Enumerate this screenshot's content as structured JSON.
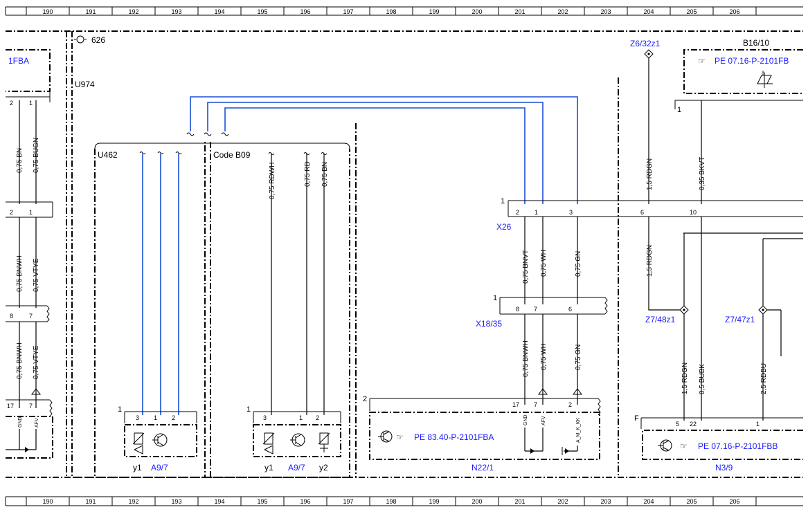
{
  "grid": [
    "190",
    "191",
    "192",
    "193",
    "194",
    "195",
    "196",
    "197",
    "198",
    "199",
    "200",
    "201",
    "202",
    "203",
    "204",
    "205",
    "206"
  ],
  "labels": {
    "fba_left": "1FBA",
    "u974": "U974",
    "ground_ref": "626",
    "u462": "U462",
    "code_b09": "Code B09",
    "z6": "Z6/32z1",
    "b16": "B16/10",
    "pe_b16": "PE 07.16-P-2101FB",
    "x26": "X26",
    "x18": "X18/35",
    "z7_48": "Z7/48z1",
    "z7_47": "Z7/47z1",
    "pe_n22": "PE 83.40-P-2101FBA",
    "n22": "N22/1",
    "pe_n3": "PE 07.16-P-2101FBB",
    "n3": "N3/9",
    "f_label": "F",
    "y1_a": "y1",
    "a97_a": "A9/7",
    "y1_b": "y1",
    "a97_b": "A9/7",
    "y2_b": "y2"
  },
  "wires": {
    "w1": "0,75 BN",
    "w2": "0,75 BUGN",
    "w3": "0,75 BNWH",
    "w4": "0,75 VTYE",
    "w5": "0,75 BNWH",
    "w6": "0,75 VTYE",
    "w7": "0,75 RDWH",
    "w8": "0,75 RD",
    "w9": "0,75 BN",
    "w10": "1,5 RDGN",
    "w11": "0,35 BKVT",
    "w12": "0,75 BNVT",
    "w13": "0,75 WH",
    "w14": "0,75 GN",
    "w15": "1,5 RDGN",
    "w16": "0,75 BNWH",
    "w17": "0,75 WH",
    "w18": "0,75 GN",
    "w19": "1,5 RDGN",
    "w20": "0,5 BUBK",
    "w21": "2,5 RDBU"
  },
  "pins": {
    "p_l_2": "2",
    "p_l_1": "1",
    "p_l2_2": "2",
    "p_l2_1": "1",
    "p_l3_8": "8",
    "p_l3_7": "7",
    "p_l4_17": "17",
    "p_l4_7": "7",
    "p_gnd": "GND",
    "p_afv": "AFV",
    "p_u_1": "1",
    "p_u_3": "3",
    "p_u_1b": "1",
    "p_u_2": "2",
    "p_c_1": "1",
    "p_c_3": "3",
    "p_c_1b": "1",
    "p_c_2": "2",
    "x26_1": "1",
    "x26_2": "2",
    "x26_1b": "1",
    "x26_3": "3",
    "x26_6": "6",
    "x26_10": "10",
    "x18_1": "1",
    "x18_8": "8",
    "x18_7": "7",
    "x18_6": "6",
    "n22_2": "2",
    "n22_17": "17",
    "n22_7": "7",
    "n22_2b": "2",
    "n22_gnd": "GND",
    "n22_afv": "AFV",
    "n22_amkk": "A_M_K_KK",
    "b16_1": "1",
    "n3_5": "5",
    "n3_22": "22",
    "n3_1": "1"
  }
}
